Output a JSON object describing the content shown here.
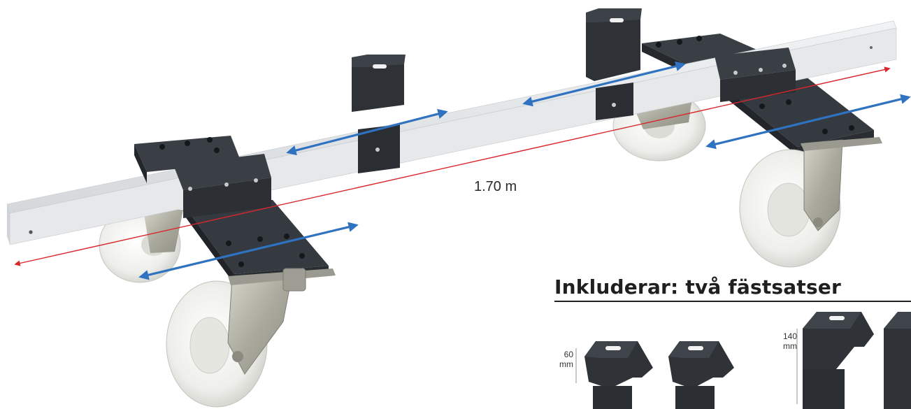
{
  "measure": {
    "length_label": "1.70 m"
  },
  "includes": {
    "title": "Inkluderar: två fästsatser"
  },
  "brackets": {
    "small": {
      "height": "60",
      "unit": "mm"
    },
    "large": {
      "height": "140",
      "unit": "mm"
    }
  },
  "colors": {
    "background": "#ffffff",
    "rail": "#dfe2e4",
    "bracket": "#2c3035",
    "wheel": "#f2f2f0",
    "caster_metal": "#b8b8ae",
    "adjust_arrow": "#2f72c0",
    "length_arrow": "#d9262b"
  },
  "icons": [
    "double-arrow-icon",
    "wheel-icon",
    "bracket-icon"
  ]
}
